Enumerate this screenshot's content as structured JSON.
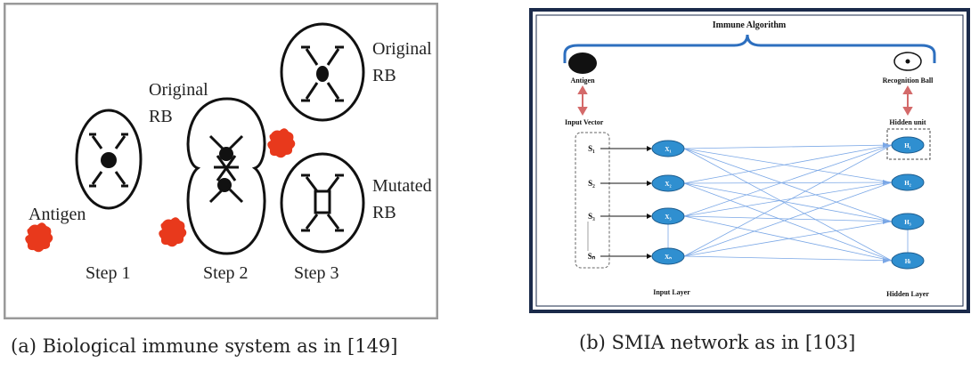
{
  "panel_a": {
    "labels": {
      "antigen": "Antigen",
      "original_rb_top_1": "Original",
      "original_rb_top_2": "RB",
      "original_rb_right_1": "Original",
      "original_rb_right_2": "RB",
      "mutated_rb_1": "Mutated",
      "mutated_rb_2": "RB",
      "step1": "Step 1",
      "step2": "Step 2",
      "step3": "Step 3"
    },
    "colors": {
      "antigen": "#e8391c",
      "frame": "#999999",
      "stroke": "#111111"
    },
    "caption": "(a) Biological immune system as in [149]"
  },
  "panel_b": {
    "title": "Immune Algorithm",
    "antigen_label": "Antigen",
    "recognition_label": "Recognition Ball",
    "input_vector_label": "Input Vector",
    "hidden_unit_label": "Hidden unit",
    "input_layer_label": "Input Layer",
    "hidden_layer_label": "Hidden Layer",
    "s_labels": [
      "S₁",
      "S₂",
      "S₃",
      "Sₙ"
    ],
    "x_labels": [
      "X₁",
      "X₂",
      "X₃",
      "Xₙ"
    ],
    "h_labels": [
      "H₁",
      "H₂",
      "H₃",
      "Hₗ"
    ],
    "colors": {
      "node": "#2f8fd0",
      "edge": "#7aa7e6",
      "bracket": "#2d6fbf",
      "arrow": "#d46a6a",
      "frame": "#1a2a4a"
    },
    "caption": "(b) SMIA network as in [103]"
  }
}
